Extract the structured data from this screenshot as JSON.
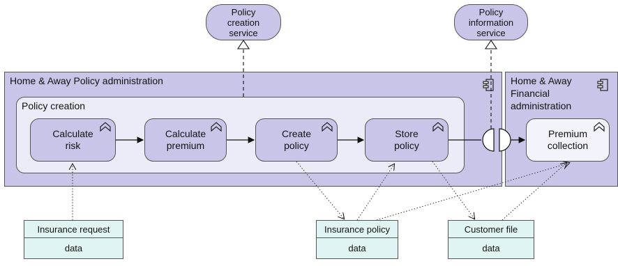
{
  "services": {
    "creation": "Policy creation service",
    "information": "Policy information service"
  },
  "apps": {
    "home_away": "Home & Away Policy administration",
    "financial": "Home & Away Financial administration"
  },
  "function": {
    "policy_creation": "Policy creation"
  },
  "processes": {
    "calc_risk": "Calculate risk",
    "calc_premium": "Calculate premium",
    "create_policy": "Create policy",
    "store_policy": "Store policy",
    "premium_collection": "Premium collection"
  },
  "data_objects": {
    "insurance_request": {
      "title": "Insurance request",
      "body": "data"
    },
    "insurance_policy": {
      "title": "Insurance policy",
      "body": "data"
    },
    "customer_file": {
      "title": "Customer file",
      "body": "data"
    }
  }
}
